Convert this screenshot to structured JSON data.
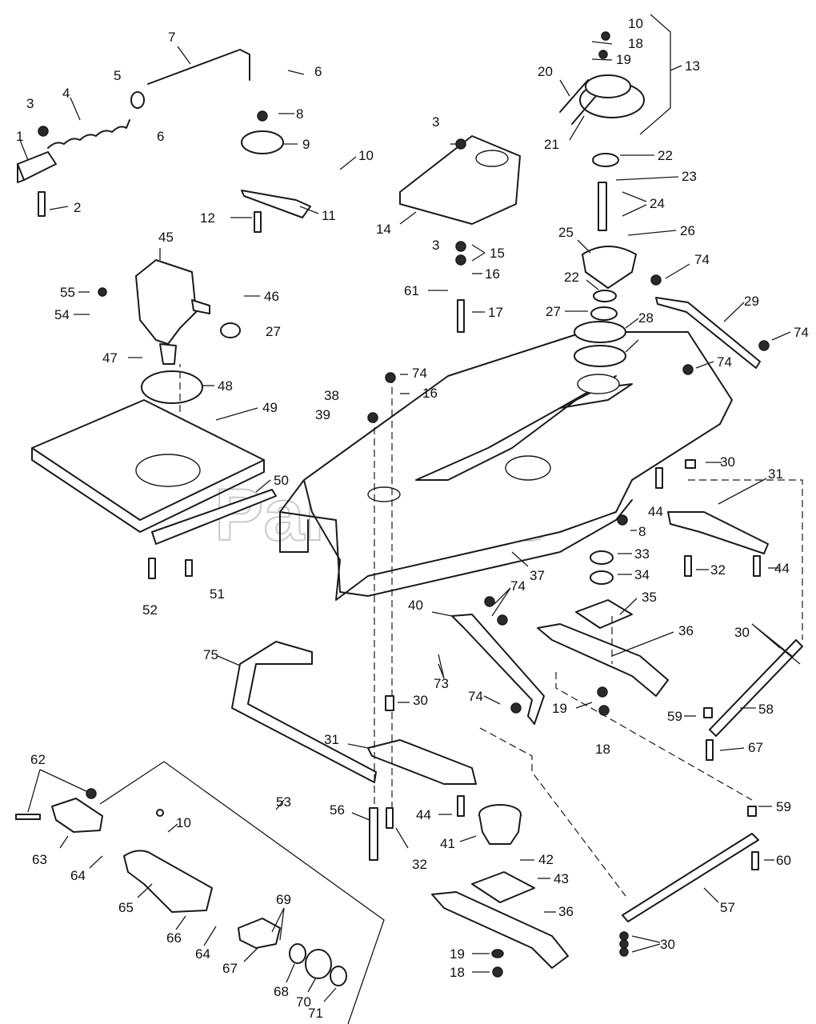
{
  "watermark": "PartsTree",
  "callouts": [
    {
      "label": "1"
    },
    {
      "label": "2"
    },
    {
      "label": "3"
    },
    {
      "label": "4"
    },
    {
      "label": "5"
    },
    {
      "label": "7"
    },
    {
      "label": "6"
    },
    {
      "label": "6"
    },
    {
      "label": "8"
    },
    {
      "label": "9"
    },
    {
      "label": "10"
    },
    {
      "label": "11"
    },
    {
      "label": "12"
    },
    {
      "label": "10"
    },
    {
      "label": "18"
    },
    {
      "label": "19"
    },
    {
      "label": "20"
    },
    {
      "label": "13"
    },
    {
      "label": "21"
    },
    {
      "label": "22"
    },
    {
      "label": "23"
    },
    {
      "label": "24"
    },
    {
      "label": "25"
    },
    {
      "label": "26"
    },
    {
      "label": "74"
    },
    {
      "label": "22"
    },
    {
      "label": "27"
    },
    {
      "label": "29"
    },
    {
      "label": "28"
    },
    {
      "label": "74"
    },
    {
      "label": "74"
    },
    {
      "label": "3"
    },
    {
      "label": "14"
    },
    {
      "label": "3"
    },
    {
      "label": "15"
    },
    {
      "label": "16"
    },
    {
      "label": "61"
    },
    {
      "label": "17"
    },
    {
      "label": "45"
    },
    {
      "label": "55"
    },
    {
      "label": "46"
    },
    {
      "label": "54"
    },
    {
      "label": "27"
    },
    {
      "label": "47"
    },
    {
      "label": "48"
    },
    {
      "label": "49"
    },
    {
      "label": "50"
    },
    {
      "label": "52"
    },
    {
      "label": "51"
    },
    {
      "label": "74"
    },
    {
      "label": "38"
    },
    {
      "label": "16"
    },
    {
      "label": "39"
    },
    {
      "label": "30"
    },
    {
      "label": "31"
    },
    {
      "label": "44"
    },
    {
      "label": "8"
    },
    {
      "label": "33"
    },
    {
      "label": "32"
    },
    {
      "label": "44"
    },
    {
      "label": "34"
    },
    {
      "label": "37"
    },
    {
      "label": "35"
    },
    {
      "label": "40"
    },
    {
      "label": "74"
    },
    {
      "label": "36"
    },
    {
      "label": "30"
    },
    {
      "label": "75"
    },
    {
      "label": "73"
    },
    {
      "label": "74"
    },
    {
      "label": "30"
    },
    {
      "label": "19"
    },
    {
      "label": "59"
    },
    {
      "label": "58"
    },
    {
      "label": "18"
    },
    {
      "label": "67"
    },
    {
      "label": "31"
    },
    {
      "label": "62"
    },
    {
      "label": "53"
    },
    {
      "label": "56"
    },
    {
      "label": "10"
    },
    {
      "label": "44"
    },
    {
      "label": "59"
    },
    {
      "label": "63"
    },
    {
      "label": "64"
    },
    {
      "label": "32"
    },
    {
      "label": "41"
    },
    {
      "label": "42"
    },
    {
      "label": "60"
    },
    {
      "label": "43"
    },
    {
      "label": "65"
    },
    {
      "label": "57"
    },
    {
      "label": "69"
    },
    {
      "label": "36"
    },
    {
      "label": "66"
    },
    {
      "label": "64"
    },
    {
      "label": "30"
    },
    {
      "label": "67"
    },
    {
      "label": "19"
    },
    {
      "label": "18"
    },
    {
      "label": "68"
    },
    {
      "label": "70"
    },
    {
      "label": "71"
    }
  ]
}
